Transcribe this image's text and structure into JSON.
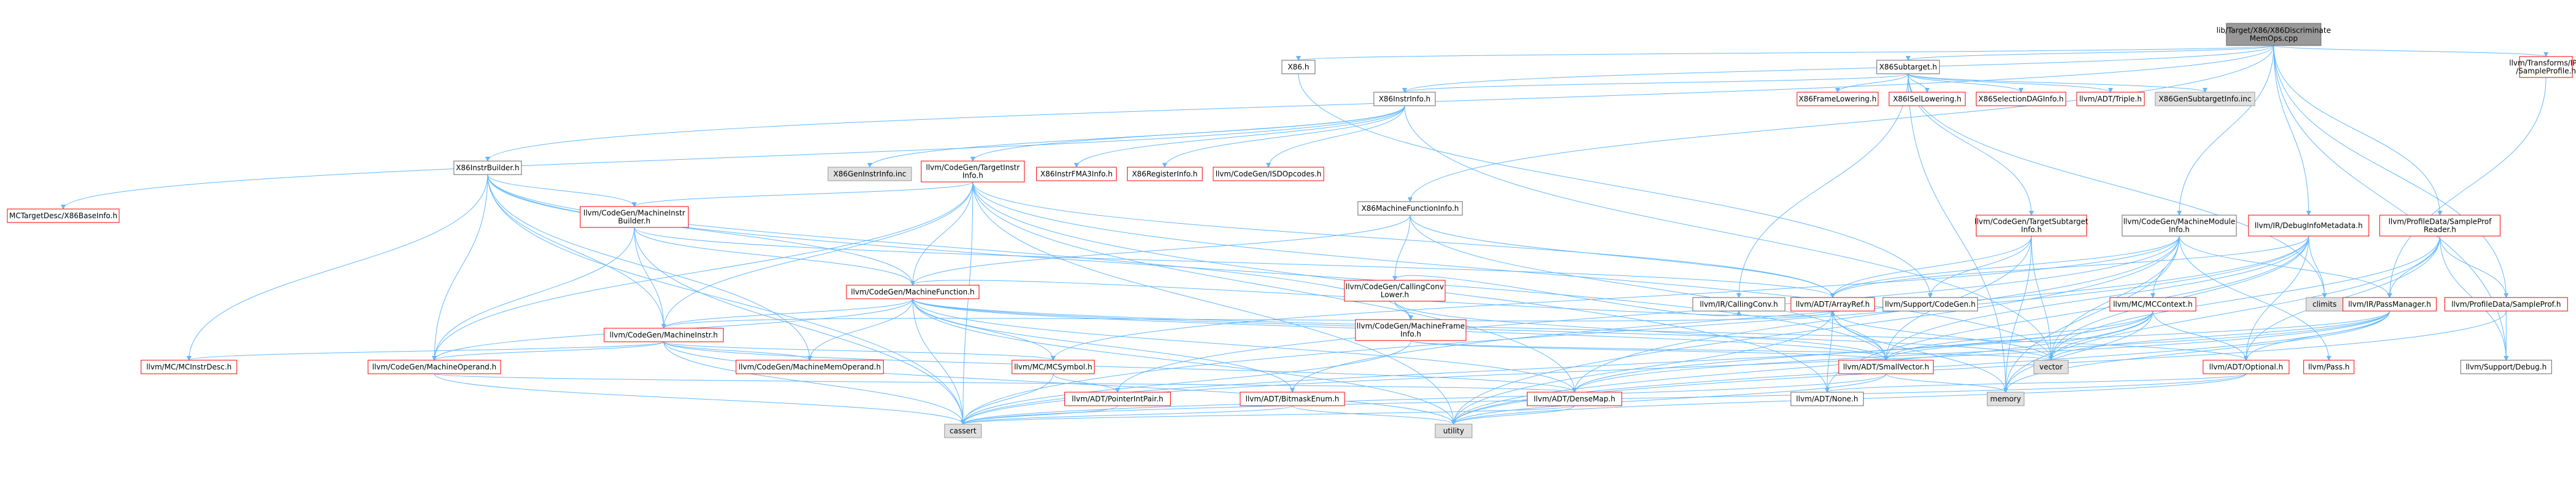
{
  "colors": {
    "root_fill": "#999999",
    "node_fill": "#ffffff",
    "missing_fill": "#e0e0e0",
    "black_border": "#666666",
    "red_border": "#ff0000",
    "gray_border": "#999999",
    "edge": "#63b8ff",
    "text": "#000000"
  },
  "nodes": [
    {
      "id": "root",
      "lines": [
        "lib/Target/X86/X86Discriminate",
        "MemOps.cpp"
      ],
      "style": "root"
    },
    {
      "id": "x86h",
      "lines": [
        "X86.h"
      ],
      "style": "black"
    },
    {
      "id": "subtarget",
      "lines": [
        "X86Subtarget.h"
      ],
      "style": "black"
    },
    {
      "id": "sampleprofile",
      "lines": [
        "llvm/Transforms/IPO",
        "/SampleProfile.h"
      ],
      "style": "red"
    },
    {
      "id": "instrinfo",
      "lines": [
        "X86InstrInfo.h"
      ],
      "style": "black"
    },
    {
      "id": "instrbuilder",
      "lines": [
        "X86InstrBuilder.h"
      ],
      "style": "black"
    },
    {
      "id": "framelowering",
      "lines": [
        "X86FrameLowering.h"
      ],
      "style": "red"
    },
    {
      "id": "isellowering",
      "lines": [
        "X86ISelLowering.h"
      ],
      "style": "red"
    },
    {
      "id": "selectiondag",
      "lines": [
        "X86SelectionDAGInfo.h"
      ],
      "style": "red"
    },
    {
      "id": "triple",
      "lines": [
        "llvm/ADT/Triple.h"
      ],
      "style": "red"
    },
    {
      "id": "gensubtarget",
      "lines": [
        "X86GenSubtargetInfo.inc"
      ],
      "style": "gray"
    },
    {
      "id": "geninstrinfo",
      "lines": [
        "X86GenInstrInfo.inc"
      ],
      "style": "gray"
    },
    {
      "id": "targetinstr",
      "lines": [
        "llvm/CodeGen/TargetInstr",
        "Info.h"
      ],
      "style": "red"
    },
    {
      "id": "fma3",
      "lines": [
        "X86InstrFMA3Info.h"
      ],
      "style": "red"
    },
    {
      "id": "reginfo",
      "lines": [
        "X86RegisterInfo.h"
      ],
      "style": "red"
    },
    {
      "id": "isdopcodes",
      "lines": [
        "llvm/CodeGen/ISDOpcodes.h"
      ],
      "style": "red"
    },
    {
      "id": "machinefuncinfo",
      "lines": [
        "X86MachineFunctionInfo.h"
      ],
      "style": "black"
    },
    {
      "id": "targetsubtarget",
      "lines": [
        "llvm/CodeGen/TargetSubtarget",
        "Info.h"
      ],
      "style": "red"
    },
    {
      "id": "machinemoduleinfo",
      "lines": [
        "llvm/CodeGen/MachineModule",
        "Info.h"
      ],
      "style": "black"
    },
    {
      "id": "debuginfometa",
      "lines": [
        "llvm/IR/DebugInfoMetadata.h"
      ],
      "style": "red"
    },
    {
      "id": "profreader",
      "lines": [
        "llvm/ProfileData/SampleProf",
        "Reader.h"
      ],
      "style": "red"
    },
    {
      "id": "baseinfo",
      "lines": [
        "MCTargetDesc/X86BaseInfo.h"
      ],
      "style": "red"
    },
    {
      "id": "mibuilder",
      "lines": [
        "llvm/CodeGen/MachineInstr",
        "Builder.h"
      ],
      "style": "red"
    },
    {
      "id": "callingconv",
      "lines": [
        "llvm/CodeGen/CallingConv",
        "Lower.h"
      ],
      "style": "red"
    },
    {
      "id": "machinefunction",
      "lines": [
        "llvm/CodeGen/MachineFunction.h"
      ],
      "style": "red"
    },
    {
      "id": "mfi",
      "lines": [
        "llvm/CodeGen/MachineFrame",
        "Info.h"
      ],
      "style": "red"
    },
    {
      "id": "arrayref",
      "lines": [
        "llvm/ADT/ArrayRef.h"
      ],
      "style": "red"
    },
    {
      "id": "irconv",
      "lines": [
        "llvm/IR/CallingConv.h"
      ],
      "style": "black"
    },
    {
      "id": "supportcodegen",
      "lines": [
        "llvm/Support/CodeGen.h"
      ],
      "style": "black"
    },
    {
      "id": "climits",
      "lines": [
        "climits"
      ],
      "style": "gray"
    },
    {
      "id": "mccontext",
      "lines": [
        "llvm/MC/MCContext.h"
      ],
      "style": "red"
    },
    {
      "id": "passmanager",
      "lines": [
        "llvm/IR/PassManager.h"
      ],
      "style": "red"
    },
    {
      "id": "sampleprof",
      "lines": [
        "llvm/ProfileData/SampleProf.h"
      ],
      "style": "red"
    },
    {
      "id": "machineinstr",
      "lines": [
        "llvm/CodeGen/MachineInstr.h"
      ],
      "style": "red"
    },
    {
      "id": "mcinstrdesc",
      "lines": [
        "llvm/MC/MCInstrDesc.h"
      ],
      "style": "red"
    },
    {
      "id": "machineoperand",
      "lines": [
        "llvm/CodeGen/MachineOperand.h"
      ],
      "style": "red"
    },
    {
      "id": "machinememoperand",
      "lines": [
        "llvm/CodeGen/MachineMemOperand.h"
      ],
      "style": "red"
    },
    {
      "id": "mcsymbol",
      "lines": [
        "llvm/MC/MCSymbol.h"
      ],
      "style": "red"
    },
    {
      "id": "smallvector",
      "lines": [
        "llvm/ADT/SmallVector.h"
      ],
      "style": "red"
    },
    {
      "id": "vector",
      "lines": [
        "vector"
      ],
      "style": "gray"
    },
    {
      "id": "optional",
      "lines": [
        "llvm/ADT/Optional.h"
      ],
      "style": "red"
    },
    {
      "id": "pass",
      "lines": [
        "llvm/Pass.h"
      ],
      "style": "red"
    },
    {
      "id": "debug",
      "lines": [
        "llvm/Support/Debug.h"
      ],
      "style": "black"
    },
    {
      "id": "pointerintpair",
      "lines": [
        "llvm/ADT/PointerIntPair.h"
      ],
      "style": "red"
    },
    {
      "id": "bitmaskenum",
      "lines": [
        "llvm/ADT/BitmaskEnum.h"
      ],
      "style": "red"
    },
    {
      "id": "densemap",
      "lines": [
        "llvm/ADT/DenseMap.h"
      ],
      "style": "red"
    },
    {
      "id": "none",
      "lines": [
        "llvm/ADT/None.h"
      ],
      "style": "black"
    },
    {
      "id": "memory",
      "lines": [
        "memory"
      ],
      "style": "gray"
    },
    {
      "id": "cassert",
      "lines": [
        "cassert"
      ],
      "style": "gray"
    },
    {
      "id": "utility",
      "lines": [
        "utility"
      ],
      "style": "gray"
    }
  ],
  "edges": [
    [
      "root",
      "x86h"
    ],
    [
      "root",
      "subtarget"
    ],
    [
      "root",
      "instrinfo"
    ],
    [
      "root",
      "instrbuilder"
    ],
    [
      "root",
      "machinefuncinfo"
    ],
    [
      "root",
      "machinemoduleinfo"
    ],
    [
      "root",
      "debuginfometa"
    ],
    [
      "root",
      "sampleprofile"
    ],
    [
      "root",
      "profreader"
    ],
    [
      "root",
      "sampleprof"
    ],
    [
      "root",
      "debug"
    ],
    [
      "x86h",
      "supportcodegen"
    ],
    [
      "subtarget",
      "instrinfo"
    ],
    [
      "subtarget",
      "framelowering"
    ],
    [
      "subtarget",
      "isellowering"
    ],
    [
      "subtarget",
      "selectiondag"
    ],
    [
      "subtarget",
      "triple"
    ],
    [
      "subtarget",
      "gensubtarget"
    ],
    [
      "subtarget",
      "targetsubtarget"
    ],
    [
      "subtarget",
      "irconv"
    ],
    [
      "subtarget",
      "climits"
    ],
    [
      "subtarget",
      "memory"
    ],
    [
      "instrinfo",
      "geninstrinfo"
    ],
    [
      "instrinfo",
      "targetinstr"
    ],
    [
      "instrinfo",
      "fma3"
    ],
    [
      "instrinfo",
      "reginfo"
    ],
    [
      "instrinfo",
      "isdopcodes"
    ],
    [
      "instrinfo",
      "baseinfo"
    ],
    [
      "instrinfo",
      "vector"
    ],
    [
      "instrbuilder",
      "mibuilder"
    ],
    [
      "instrbuilder",
      "machinefunction"
    ],
    [
      "instrbuilder",
      "mfi"
    ],
    [
      "instrbuilder",
      "machineinstr"
    ],
    [
      "instrbuilder",
      "mcinstrdesc"
    ],
    [
      "instrbuilder",
      "machineoperand"
    ],
    [
      "instrbuilder",
      "machinememoperand"
    ],
    [
      "instrbuilder",
      "cassert"
    ],
    [
      "instrbuilder",
      "smallvector"
    ],
    [
      "targetinstr",
      "machinefunction"
    ],
    [
      "targetinstr",
      "mibuilder"
    ],
    [
      "targetinstr",
      "machineinstr"
    ],
    [
      "targetinstr",
      "machineoperand"
    ],
    [
      "targetinstr",
      "arrayref"
    ],
    [
      "targetinstr",
      "densemap"
    ],
    [
      "targetinstr",
      "none"
    ],
    [
      "targetinstr",
      "cassert"
    ],
    [
      "targetinstr",
      "utility"
    ],
    [
      "targetinstr",
      "vector"
    ],
    [
      "machinefuncinfo",
      "callingconv"
    ],
    [
      "machinefuncinfo",
      "machinefunction"
    ],
    [
      "machinefuncinfo",
      "arrayref"
    ],
    [
      "machinefuncinfo",
      "smallvector"
    ],
    [
      "targetsubtarget",
      "arrayref"
    ],
    [
      "targetsubtarget",
      "smallvector"
    ],
    [
      "targetsubtarget",
      "supportcodegen"
    ],
    [
      "targetsubtarget",
      "memory"
    ],
    [
      "targetsubtarget",
      "vector"
    ],
    [
      "machinemoduleinfo",
      "arrayref"
    ],
    [
      "machinemoduleinfo",
      "densemap"
    ],
    [
      "machinemoduleinfo",
      "mccontext"
    ],
    [
      "machinemoduleinfo",
      "mcsymbol"
    ],
    [
      "machinemoduleinfo",
      "pass"
    ],
    [
      "machinemoduleinfo",
      "passmanager"
    ],
    [
      "machinemoduleinfo",
      "pointerintpair"
    ],
    [
      "machinemoduleinfo",
      "memory"
    ],
    [
      "machinemoduleinfo",
      "utility"
    ],
    [
      "machinemoduleinfo",
      "vector"
    ],
    [
      "debuginfometa",
      "arrayref"
    ],
    [
      "debuginfometa",
      "bitmaskenum"
    ],
    [
      "debuginfometa",
      "none"
    ],
    [
      "debuginfometa",
      "optional"
    ],
    [
      "debuginfometa",
      "smallvector"
    ],
    [
      "debuginfometa",
      "climits"
    ],
    [
      "debuginfometa",
      "cassert"
    ],
    [
      "debuginfometa",
      "vector"
    ],
    [
      "profreader",
      "optional"
    ],
    [
      "profreader",
      "sampleprof"
    ],
    [
      "profreader",
      "debug"
    ],
    [
      "profreader",
      "passmanager"
    ],
    [
      "profreader",
      "memory"
    ],
    [
      "profreader",
      "vector"
    ],
    [
      "sampleprofile",
      "passmanager"
    ],
    [
      "mibuilder",
      "machinefunction"
    ],
    [
      "mibuilder",
      "machineinstr"
    ],
    [
      "mibuilder",
      "machineoperand"
    ],
    [
      "mibuilder",
      "arrayref"
    ],
    [
      "mibuilder",
      "cassert"
    ],
    [
      "callingconv",
      "irconv"
    ],
    [
      "callingconv",
      "mfi"
    ],
    [
      "callingconv",
      "smallvector"
    ],
    [
      "machinefunction",
      "machineinstr"
    ],
    [
      "machinefunction",
      "machinememoperand"
    ],
    [
      "machinefunction",
      "machineoperand"
    ],
    [
      "machinefunction",
      "arrayref"
    ],
    [
      "machinefunction",
      "densemap"
    ],
    [
      "machinefunction",
      "smallvector"
    ],
    [
      "machinefunction",
      "optional"
    ],
    [
      "machinefunction",
      "bitmaskenum"
    ],
    [
      "machinefunction",
      "cassert"
    ],
    [
      "machinefunction",
      "utility"
    ],
    [
      "machinefunction",
      "vector"
    ],
    [
      "machinefunction",
      "mcsymbol"
    ],
    [
      "mfi",
      "smallvector"
    ],
    [
      "mfi",
      "cassert"
    ],
    [
      "mfi",
      "vector"
    ],
    [
      "arrayref",
      "smallvector"
    ],
    [
      "arrayref",
      "none"
    ],
    [
      "arrayref",
      "vector"
    ],
    [
      "arrayref",
      "utility"
    ],
    [
      "arrayref",
      "memory"
    ],
    [
      "mccontext",
      "densemap"
    ],
    [
      "mccontext",
      "smallvector"
    ],
    [
      "mccontext",
      "optional"
    ],
    [
      "mccontext",
      "memory"
    ],
    [
      "mccontext",
      "utility"
    ],
    [
      "mccontext",
      "vector"
    ],
    [
      "mccontext",
      "cassert"
    ],
    [
      "passmanager",
      "densemap"
    ],
    [
      "passmanager",
      "smallvector"
    ],
    [
      "passmanager",
      "optional"
    ],
    [
      "passmanager",
      "memory"
    ],
    [
      "passmanager",
      "utility"
    ],
    [
      "passmanager",
      "vector"
    ],
    [
      "passmanager",
      "cassert"
    ],
    [
      "sampleprof",
      "debug"
    ],
    [
      "sampleprof",
      "utility"
    ],
    [
      "machineinstr",
      "mcinstrdesc"
    ],
    [
      "machineinstr",
      "machineoperand"
    ],
    [
      "machineinstr",
      "machinememoperand"
    ],
    [
      "machineinstr",
      "densemap"
    ],
    [
      "machineinstr",
      "cassert"
    ],
    [
      "machineinstr",
      "utility"
    ],
    [
      "machineinstr",
      "arrayref"
    ],
    [
      "machineinstr",
      "mcsymbol"
    ],
    [
      "machineoperand",
      "cassert"
    ],
    [
      "machineoperand",
      "densemap"
    ],
    [
      "mcsymbol",
      "pointerintpair"
    ],
    [
      "mcsymbol",
      "cassert"
    ],
    [
      "smallvector",
      "cassert"
    ],
    [
      "smallvector",
      "utility"
    ],
    [
      "smallvector",
      "memory"
    ],
    [
      "optional",
      "cassert"
    ],
    [
      "optional",
      "utility"
    ],
    [
      "optional",
      "none"
    ],
    [
      "densemap",
      "utility"
    ],
    [
      "densemap",
      "cassert"
    ],
    [
      "bitmaskenum",
      "cassert"
    ],
    [
      "bitmaskenum",
      "utility"
    ],
    [
      "pointerintpair",
      "cassert"
    ]
  ]
}
